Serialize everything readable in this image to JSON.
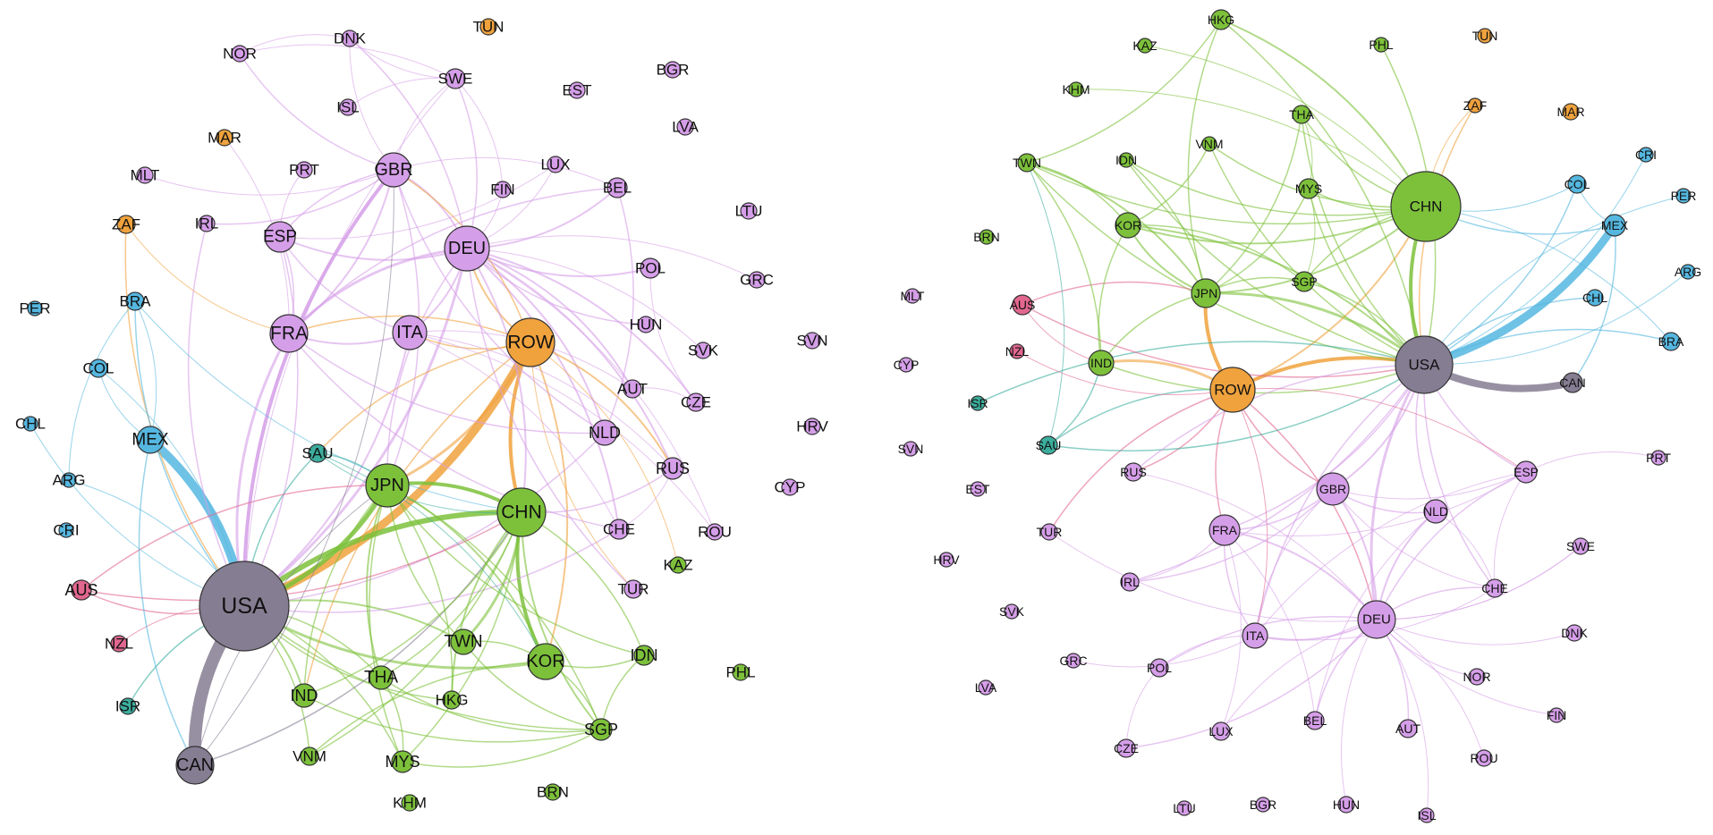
{
  "colors": {
    "purple": "#d59ee8",
    "green": "#7dc13b",
    "orange": "#f0a23d",
    "blue": "#55b7e0",
    "pink": "#e1678f",
    "teal": "#3cae9e",
    "gray": "#857d92"
  },
  "networks": [
    {
      "id": "left",
      "nodes": [
        {
          "label": "USA",
          "group": "gray"
        },
        {
          "label": "ROW",
          "group": "orange"
        },
        {
          "label": "CHN",
          "group": "green"
        },
        {
          "label": "JPN",
          "group": "green"
        },
        {
          "label": "DEU",
          "group": "purple"
        },
        {
          "label": "GBR",
          "group": "purple"
        },
        {
          "label": "FRA",
          "group": "purple"
        },
        {
          "label": "ITA",
          "group": "purple"
        },
        {
          "label": "ESP",
          "group": "purple"
        },
        {
          "label": "CAN",
          "group": "gray"
        },
        {
          "label": "MEX",
          "group": "blue"
        },
        {
          "label": "KOR",
          "group": "green"
        },
        {
          "label": "TWN",
          "group": "green"
        },
        {
          "label": "THA",
          "group": "green"
        },
        {
          "label": "MYS",
          "group": "green"
        },
        {
          "label": "SGP",
          "group": "green"
        },
        {
          "label": "IDN",
          "group": "green"
        },
        {
          "label": "IND",
          "group": "green"
        },
        {
          "label": "HKG",
          "group": "green"
        },
        {
          "label": "VNM",
          "group": "green"
        },
        {
          "label": "KHM",
          "group": "green"
        },
        {
          "label": "BRN",
          "group": "green"
        },
        {
          "label": "PHL",
          "group": "green"
        },
        {
          "label": "KAZ",
          "group": "green"
        },
        {
          "label": "SAU",
          "group": "teal"
        },
        {
          "label": "ISR",
          "group": "teal"
        },
        {
          "label": "AUS",
          "group": "pink"
        },
        {
          "label": "NZL",
          "group": "pink"
        },
        {
          "label": "BRA",
          "group": "blue"
        },
        {
          "label": "PER",
          "group": "blue"
        },
        {
          "label": "COL",
          "group": "blue"
        },
        {
          "label": "CHL",
          "group": "blue"
        },
        {
          "label": "ARG",
          "group": "blue"
        },
        {
          "label": "CRI",
          "group": "blue"
        },
        {
          "label": "ZAF",
          "group": "orange"
        },
        {
          "label": "MAR",
          "group": "orange"
        },
        {
          "label": "TUN",
          "group": "orange"
        },
        {
          "label": "NOR",
          "group": "purple"
        },
        {
          "label": "DNK",
          "group": "purple"
        },
        {
          "label": "SWE",
          "group": "purple"
        },
        {
          "label": "ISL",
          "group": "purple"
        },
        {
          "label": "EST",
          "group": "purple"
        },
        {
          "label": "BGR",
          "group": "purple"
        },
        {
          "label": "LVA",
          "group": "purple"
        },
        {
          "label": "MLT",
          "group": "purple"
        },
        {
          "label": "PRT",
          "group": "purple"
        },
        {
          "label": "LUX",
          "group": "purple"
        },
        {
          "label": "FIN",
          "group": "purple"
        },
        {
          "label": "BEL",
          "group": "purple"
        },
        {
          "label": "LTU",
          "group": "purple"
        },
        {
          "label": "IRL",
          "group": "purple"
        },
        {
          "label": "POL",
          "group": "purple"
        },
        {
          "label": "GRC",
          "group": "purple"
        },
        {
          "label": "HUN",
          "group": "purple"
        },
        {
          "label": "SVK",
          "group": "purple"
        },
        {
          "label": "SVN",
          "group": "purple"
        },
        {
          "label": "AUT",
          "group": "purple"
        },
        {
          "label": "CZE",
          "group": "purple"
        },
        {
          "label": "NLD",
          "group": "purple"
        },
        {
          "label": "HRV",
          "group": "purple"
        },
        {
          "label": "RUS",
          "group": "purple"
        },
        {
          "label": "CYP",
          "group": "purple"
        },
        {
          "label": "CHE",
          "group": "purple"
        },
        {
          "label": "ROU",
          "group": "purple"
        },
        {
          "label": "TUR",
          "group": "purple"
        }
      ]
    },
    {
      "id": "right",
      "nodes": [
        {
          "label": "USA",
          "group": "gray"
        },
        {
          "label": "CHN",
          "group": "green"
        },
        {
          "label": "ROW",
          "group": "orange"
        },
        {
          "label": "MEX",
          "group": "blue"
        },
        {
          "label": "CAN",
          "group": "gray"
        },
        {
          "label": "JPN",
          "group": "green"
        },
        {
          "label": "KOR",
          "group": "green"
        },
        {
          "label": "IND",
          "group": "green"
        },
        {
          "label": "DEU",
          "group": "purple"
        },
        {
          "label": "GBR",
          "group": "purple"
        },
        {
          "label": "FRA",
          "group": "purple"
        },
        {
          "label": "HKG",
          "group": "green"
        },
        {
          "label": "KAZ",
          "group": "green"
        },
        {
          "label": "PHL",
          "group": "green"
        },
        {
          "label": "TUN",
          "group": "orange"
        },
        {
          "label": "KHM",
          "group": "green"
        },
        {
          "label": "ZAF",
          "group": "orange"
        },
        {
          "label": "MAR",
          "group": "orange"
        },
        {
          "label": "THA",
          "group": "green"
        },
        {
          "label": "VNM",
          "group": "green"
        },
        {
          "label": "CRI",
          "group": "blue"
        },
        {
          "label": "TWN",
          "group": "green"
        },
        {
          "label": "IDN",
          "group": "green"
        },
        {
          "label": "MYS",
          "group": "green"
        },
        {
          "label": "COL",
          "group": "blue"
        },
        {
          "label": "PER",
          "group": "blue"
        },
        {
          "label": "BRN",
          "group": "green"
        },
        {
          "label": "SGP",
          "group": "green"
        },
        {
          "label": "ARG",
          "group": "blue"
        },
        {
          "label": "MLT",
          "group": "purple"
        },
        {
          "label": "AUS",
          "group": "pink"
        },
        {
          "label": "CHL",
          "group": "blue"
        },
        {
          "label": "BRA",
          "group": "blue"
        },
        {
          "label": "CYP",
          "group": "purple"
        },
        {
          "label": "NZL",
          "group": "pink"
        },
        {
          "label": "ISR",
          "group": "teal"
        },
        {
          "label": "SAU",
          "group": "teal"
        },
        {
          "label": "SVN",
          "group": "purple"
        },
        {
          "label": "RUS",
          "group": "purple"
        },
        {
          "label": "ESP",
          "group": "purple"
        },
        {
          "label": "PRT",
          "group": "purple"
        },
        {
          "label": "EST",
          "group": "purple"
        },
        {
          "label": "NLD",
          "group": "purple"
        },
        {
          "label": "TUR",
          "group": "purple"
        },
        {
          "label": "SWE",
          "group": "purple"
        },
        {
          "label": "HRV",
          "group": "purple"
        },
        {
          "label": "IRL",
          "group": "purple"
        },
        {
          "label": "CHE",
          "group": "purple"
        },
        {
          "label": "SVK",
          "group": "purple"
        },
        {
          "label": "ITA",
          "group": "purple"
        },
        {
          "label": "DNK",
          "group": "purple"
        },
        {
          "label": "GRC",
          "group": "purple"
        },
        {
          "label": "POL",
          "group": "purple"
        },
        {
          "label": "NOR",
          "group": "purple"
        },
        {
          "label": "LVA",
          "group": "purple"
        },
        {
          "label": "FIN",
          "group": "purple"
        },
        {
          "label": "LUX",
          "group": "purple"
        },
        {
          "label": "BEL",
          "group": "purple"
        },
        {
          "label": "AUT",
          "group": "purple"
        },
        {
          "label": "CZE",
          "group": "purple"
        },
        {
          "label": "ROU",
          "group": "purple"
        },
        {
          "label": "LTU",
          "group": "purple"
        },
        {
          "label": "BGR",
          "group": "purple"
        },
        {
          "label": "HUN",
          "group": "purple"
        },
        {
          "label": "ISL",
          "group": "purple"
        }
      ]
    }
  ]
}
